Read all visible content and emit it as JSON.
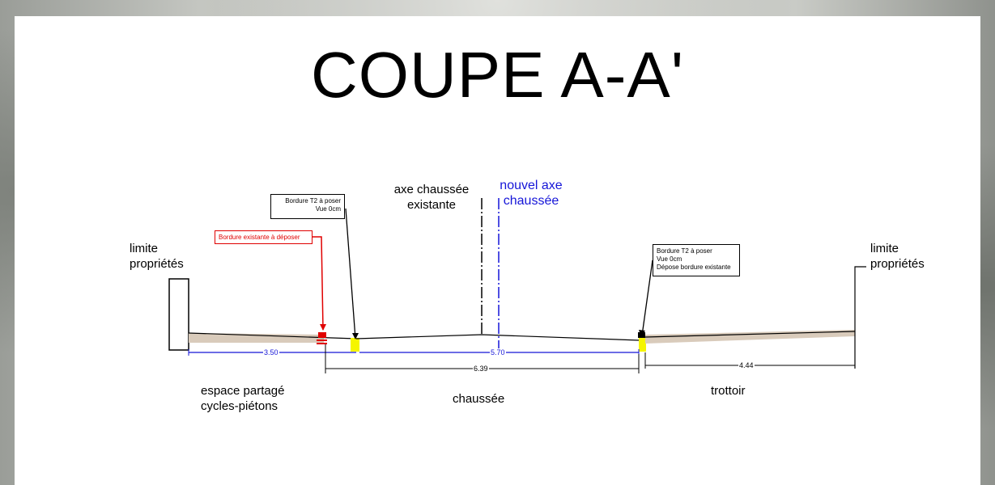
{
  "title": "COUPE A-A'",
  "labels": {
    "limite_left": [
      "limite",
      "propriétés"
    ],
    "limite_right": [
      "limite",
      "propriétés"
    ],
    "axe_existant": [
      "axe chaussée",
      "existante"
    ],
    "axe_nouvel": [
      "nouvel axe",
      "chaussée"
    ],
    "espace": [
      "espace partagé",
      "cycles-piétons"
    ],
    "chaussee": "chaussée",
    "trottoir": "trottoir"
  },
  "callouts": {
    "bordure_gauche": [
      "Bordure T2 à poser",
      "Vue 0cm"
    ],
    "bordure_existante": "Bordure existante à déposer",
    "bordure_droite": [
      "Bordure T2 à poser",
      "Vue 0cm",
      "Dépose bordure existante"
    ]
  },
  "dimensions": {
    "espace_width": "3.50",
    "chaussee_new": "5.70",
    "chaussee_existing": "6.39",
    "trottoir_width": "4.44"
  },
  "colors": {
    "new_axis": "#1515d8",
    "existing_border": "#e00000",
    "new_border": "#f5f500",
    "pavement": "#d9cbbb"
  }
}
